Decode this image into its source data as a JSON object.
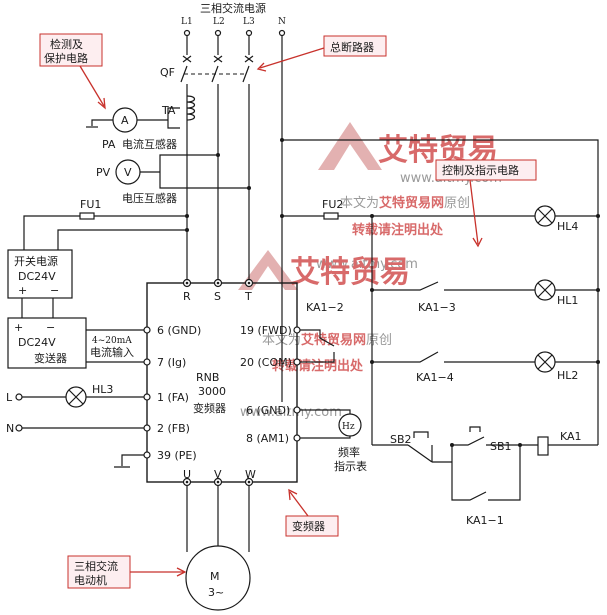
{
  "title": "三相交流电源",
  "phases": [
    "L1",
    "L2",
    "L3",
    "N"
  ],
  "qf": "QF",
  "ta": "TA",
  "pa": "PA",
  "pa_caption": "电流互感器",
  "pv": "PV",
  "pv_caption": "电压互感器",
  "meter_a": "A",
  "meter_v": "V",
  "fu1": "FU1",
  "fu2": "FU2",
  "psu": {
    "line1": "开关电源",
    "line2": "DC24V",
    "plus": "+",
    "minus": "−"
  },
  "transmitter": {
    "plus": "+",
    "minus": "−",
    "line1": "DC24V",
    "line2": "变送器"
  },
  "current_input": {
    "line1": "4~20mA",
    "line2": "电流输入"
  },
  "vfd": {
    "model1": "RNB",
    "model2": "3000",
    "name": "变频器"
  },
  "vfd_top": [
    "R",
    "S",
    "T"
  ],
  "vfd_bottom": [
    "U",
    "V",
    "W"
  ],
  "vfd_left_terms": [
    "6 (GND)",
    "7 (Ig)",
    "1 (FA)",
    "2 (FB)",
    "39 (PE)"
  ],
  "vfd_right_terms": [
    "19 (FWD)",
    "20 (COM)",
    "6 (GND)",
    "8 (AM1)"
  ],
  "L": "L",
  "N_left": "N",
  "hl3": "HL3",
  "hz": "Hz",
  "freq_meter": {
    "line1": "频率",
    "line2": "指示表"
  },
  "motor": {
    "letter": "M",
    "sub": "3~"
  },
  "contacts": {
    "ka1_2": "KA1−2",
    "ka1_3": "KA1−3",
    "ka1_4": "KA1−4",
    "ka1_1": "KA1−1",
    "sb2": "SB2",
    "sb1": "SB1",
    "ka1": "KA1"
  },
  "lamps": [
    "HL4",
    "HL1",
    "HL2"
  ],
  "callouts": {
    "detect": {
      "line1": "检测及",
      "line2": "保护电路"
    },
    "breaker": "总断路器",
    "control": "控制及指示电路",
    "inverter": "变频器",
    "motor": {
      "line1": "三相交流",
      "line2": "电动机"
    }
  },
  "watermark": {
    "brand": "艾特贸易",
    "note1a": "本文为",
    "note1b": "艾特贸易网",
    "note1c": "原创",
    "note2": "转载请注明出处",
    "url": "www.aitmy.com"
  },
  "colors": {
    "ink": "#1a1a1a",
    "accent": "#c8322c",
    "callout_fill": "#fdeef0",
    "watermark": "#d86a6a"
  }
}
